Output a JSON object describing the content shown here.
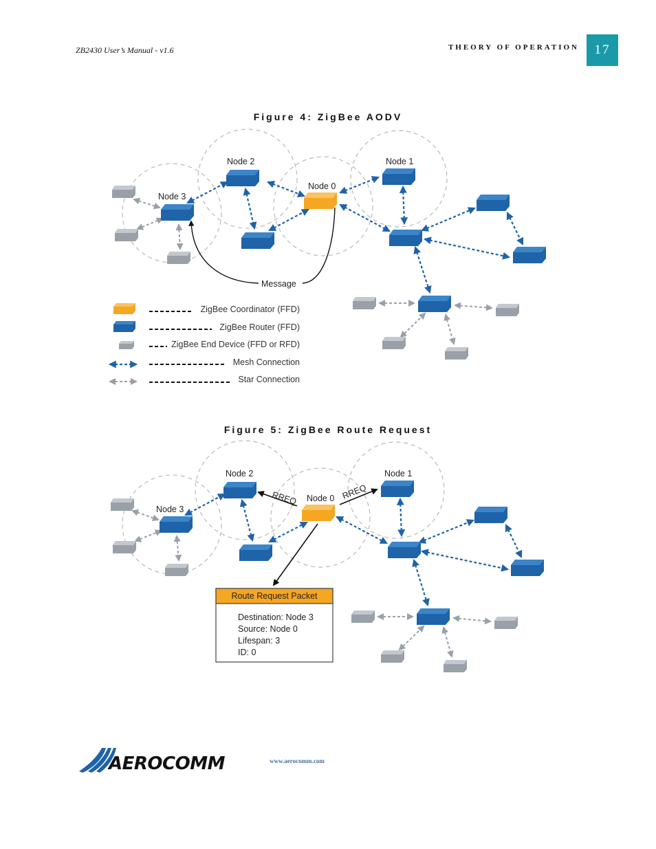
{
  "header": {
    "manual": "ZB2430 User’s Manual - v1.6",
    "section": "THEORY OF OPERATION",
    "page_number": "17"
  },
  "figure4": {
    "caption": "Figure 4: ZigBee AODV",
    "node_labels": {
      "node0": "Node 0",
      "node1": "Node 1",
      "node2": "Node 2",
      "node3": "Node 3"
    },
    "message_label": "Message",
    "legend": [
      {
        "label": "ZigBee Coordinator (FFD)"
      },
      {
        "label": "ZigBee Router (FFD)"
      },
      {
        "label": "ZigBee End Device (FFD or RFD)"
      },
      {
        "label": "Mesh Connection"
      },
      {
        "label": "Star Connection"
      }
    ]
  },
  "figure5": {
    "caption": "Figure 5: ZigBee Route Request",
    "node_labels": {
      "node0": "Node 0",
      "node1": "Node 1",
      "node2": "Node 2",
      "node3": "Node 3"
    },
    "rreq_label": "RREQ",
    "packet": {
      "title": "Route Request Packet",
      "lines": [
        "Destination: Node 3",
        "Source: Node 0",
        "Lifespan: 3",
        "ID: 0"
      ]
    }
  },
  "footer": {
    "brand": "AEROCOMM",
    "url": "www.aerocomm.com"
  },
  "colors": {
    "coordinator": "#f5a623",
    "router": "#1f63a8",
    "end_device": "#9aa0a8",
    "mesh": "#1f63a8",
    "star": "#9aa0a8",
    "badge": "#1a9aa8"
  }
}
